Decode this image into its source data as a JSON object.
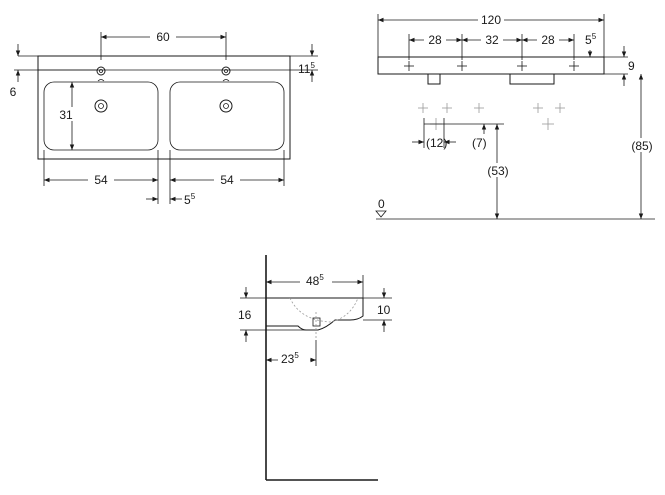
{
  "front_view": {
    "dim_tap_spacing": "60",
    "dim_top_thickness_main": "11",
    "dim_top_thickness_sup": "5",
    "dim_top_offset": "6",
    "dim_bowl_depth": "31",
    "dim_left_bowl_width": "54",
    "dim_right_bowl_width": "54",
    "dim_gap_main": "5",
    "dim_gap_sup": "5"
  },
  "top_view": {
    "dim_overall_width": "120",
    "dim_left_seg": "28",
    "dim_middle_seg": "32",
    "dim_right_seg": "28",
    "dim_edge_main": "5",
    "dim_edge_sup": "5",
    "dim_rim_height": "9",
    "dim_trap_offset": "(12)",
    "dim_trap_rise": "(7)",
    "dim_drain_height": "(53)",
    "dim_total_height": "(85)",
    "floor_level": "0"
  },
  "side_view": {
    "dim_projection_main": "48",
    "dim_projection_sup": "5",
    "dim_total_depth": "16",
    "dim_bowl_depth": "10",
    "dim_drain_offset_main": "23",
    "dim_drain_offset_sup": "5"
  }
}
